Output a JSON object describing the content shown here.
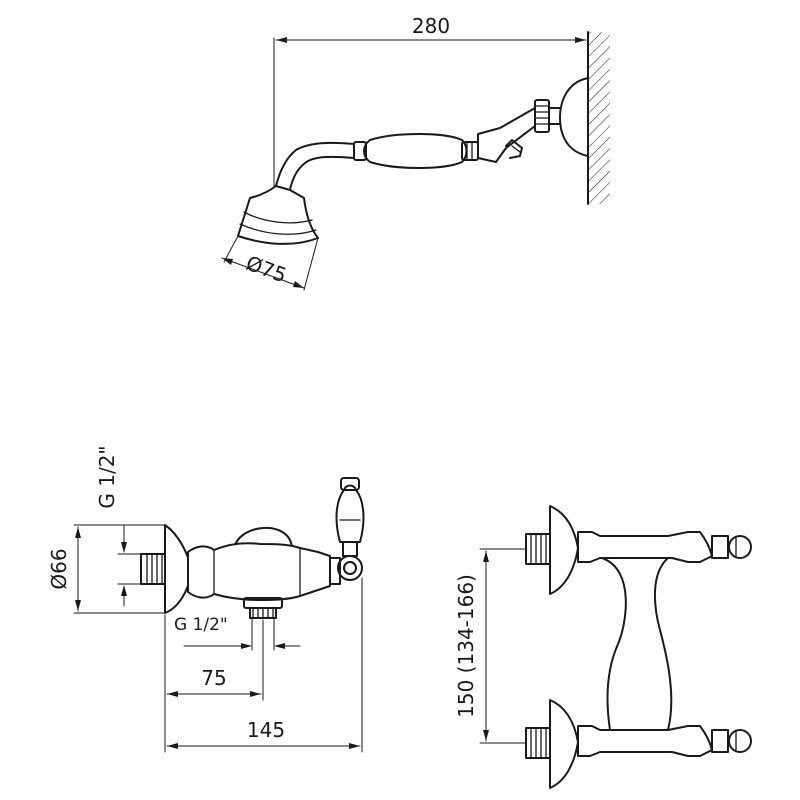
{
  "top_view": {
    "width_label": "280",
    "head_diameter_label": "Ø75"
  },
  "side_view": {
    "inlet_thread_label": "G 1/2\"",
    "body_diameter_label": "Ø66",
    "outlet_thread_label": "G 1/2\"",
    "outlet_offset_label": "75",
    "total_depth_label": "145"
  },
  "front_view": {
    "centre_distance_label": "150 (134-166)"
  },
  "colors": {
    "line": "#1a1a1a",
    "background": "#ffffff"
  }
}
